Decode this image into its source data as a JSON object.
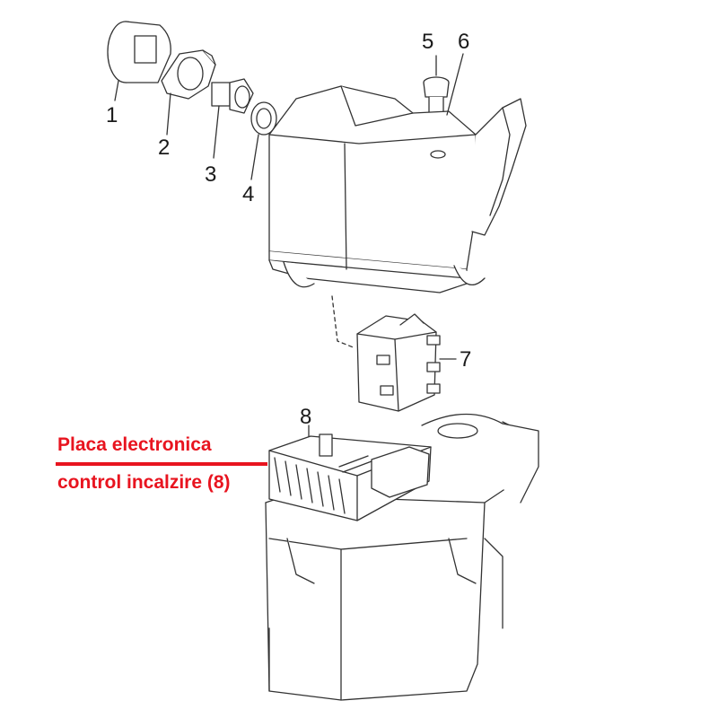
{
  "diagram": {
    "part_numbers": [
      "1",
      "2",
      "3",
      "4",
      "5",
      "6",
      "7",
      "8"
    ],
    "callout": {
      "line1": "Placa electronica",
      "line2": "control incalzire (8)",
      "color": "#e8141f"
    },
    "line_color": "#333333"
  }
}
